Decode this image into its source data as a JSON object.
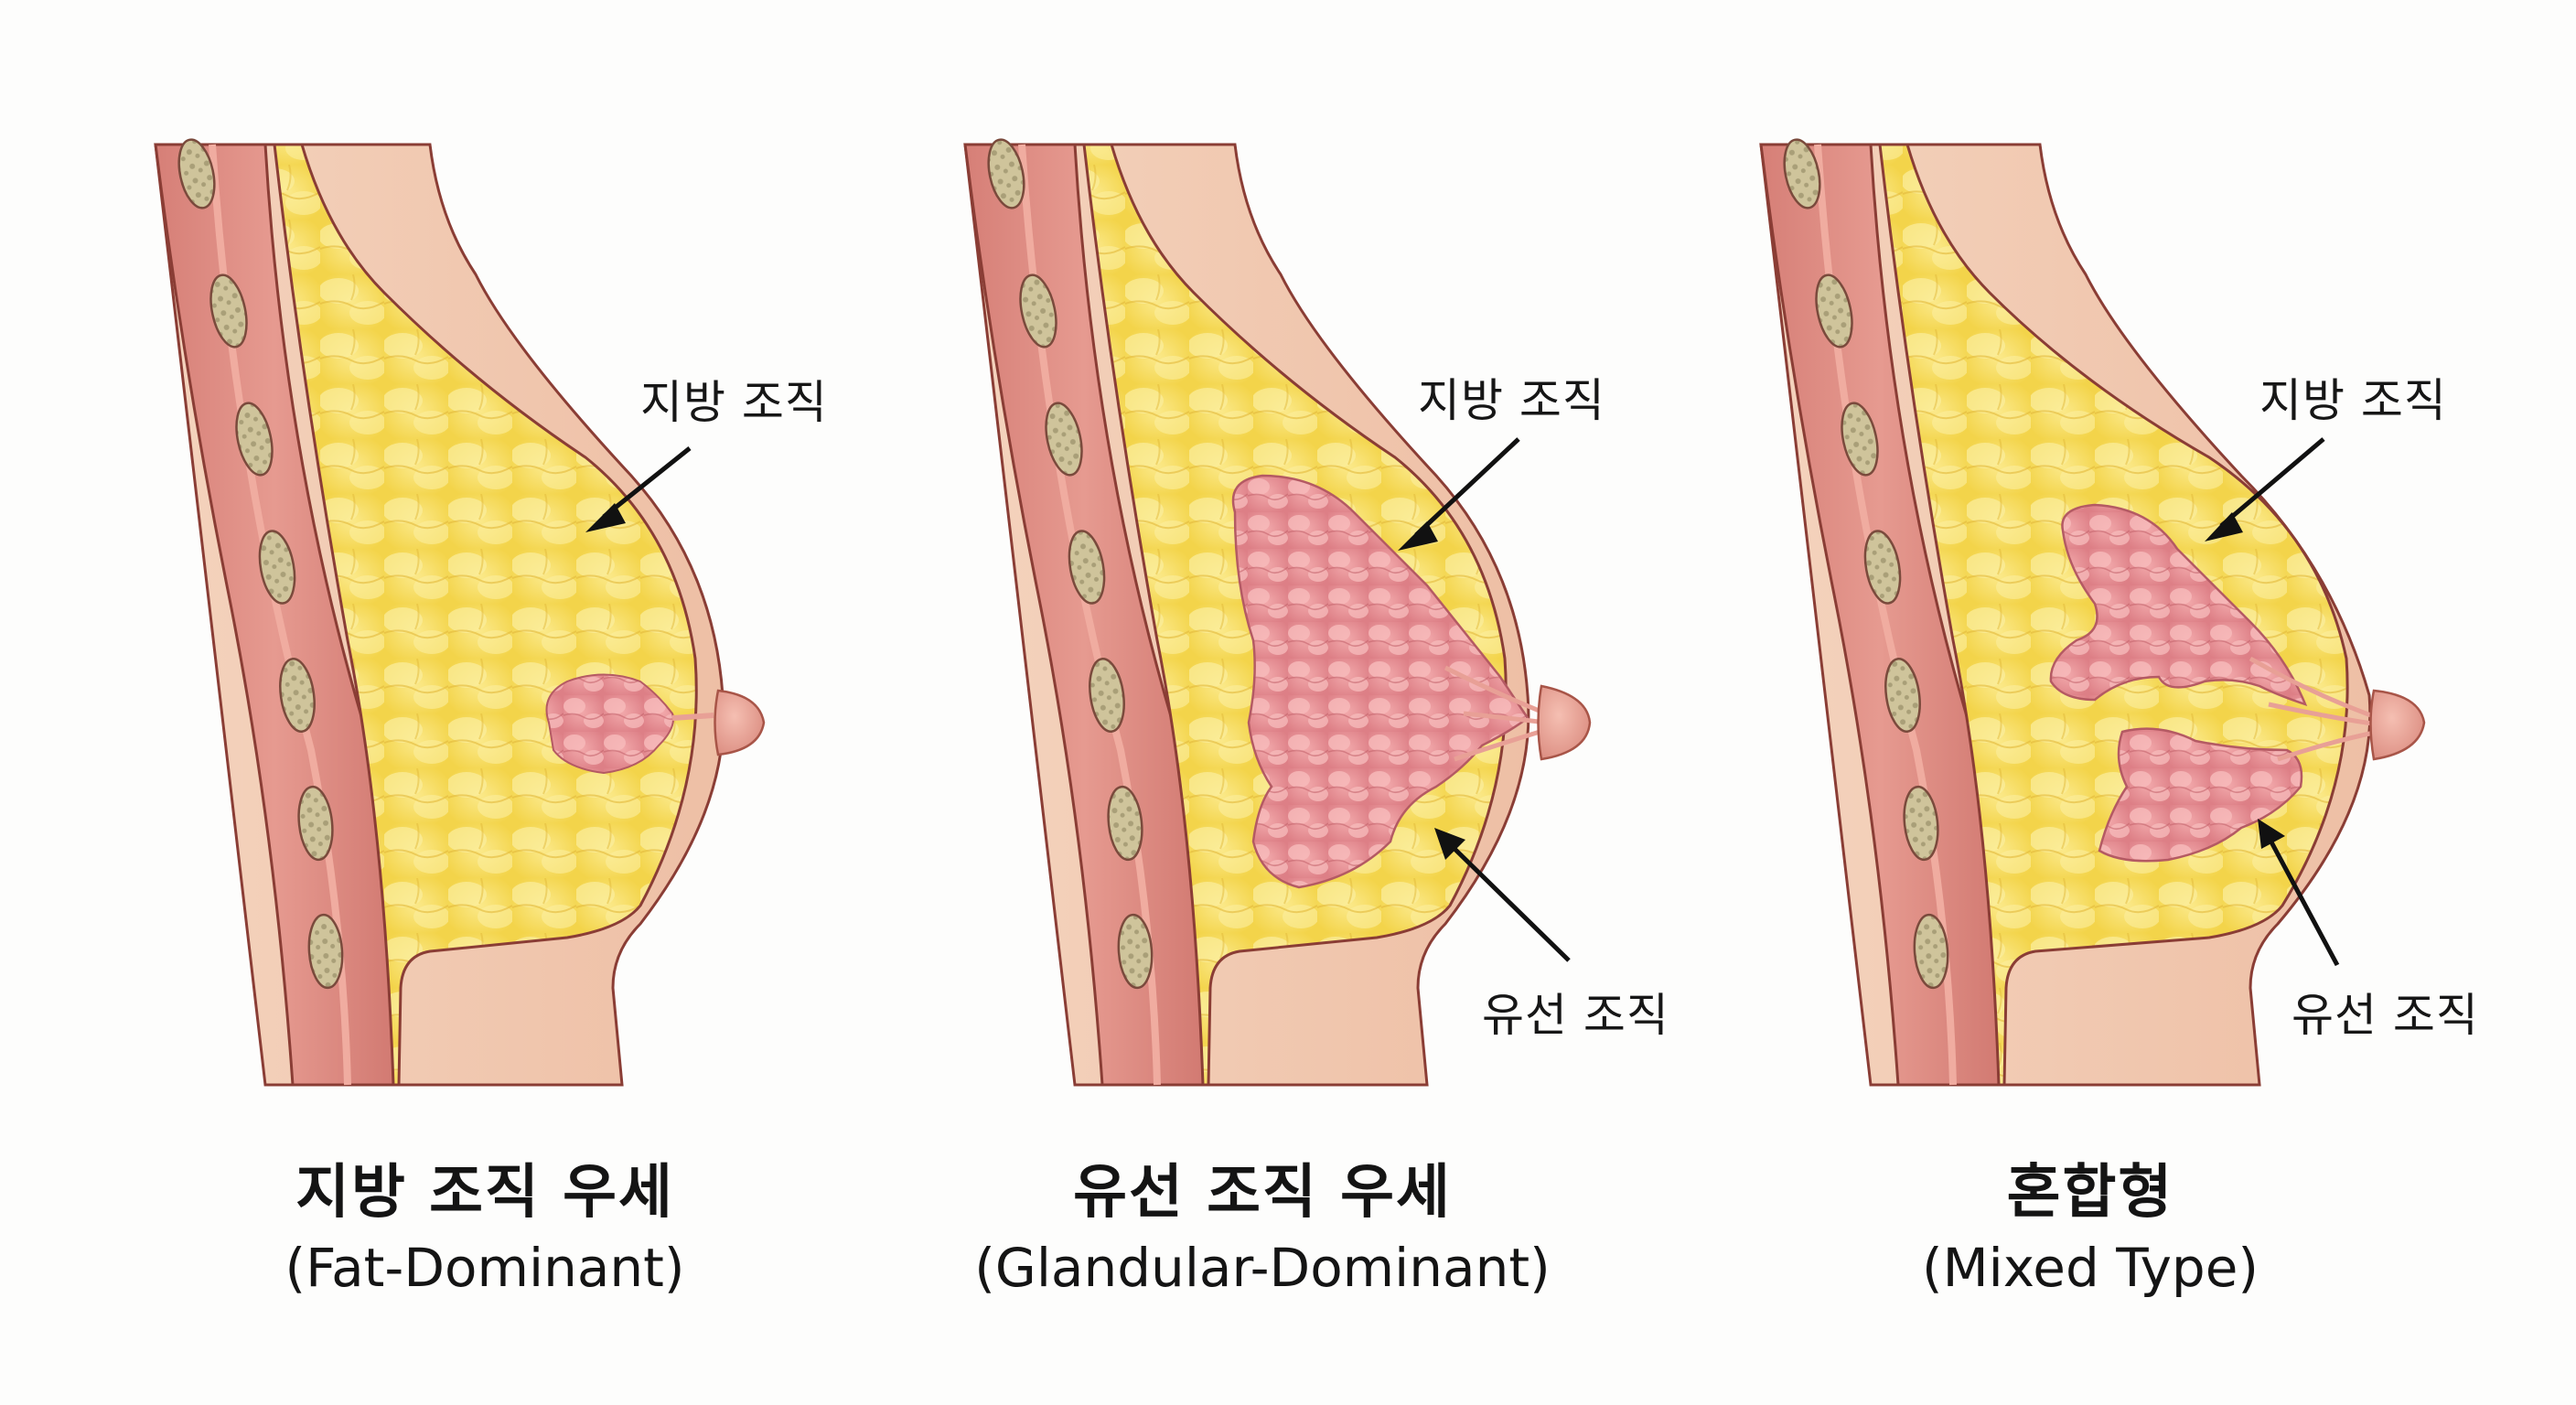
{
  "colors": {
    "background": "#fdfdfc",
    "skin": "#f1c8ae",
    "skin_outline": "#8a3d35",
    "muscle": "#d9837a",
    "muscle_light": "#eea89c",
    "rib": "#d6cfae",
    "rib_fill": "#b7ae86",
    "fat": "#f7dc5a",
    "fat_light": "#fbec93",
    "gland": "#e88c92",
    "gland_light": "#f6b6b6",
    "nipple": "#eba79a",
    "text": "#141414"
  },
  "panels": [
    {
      "id": "fat-dominant",
      "caption_kr": "지방 조직 우세",
      "caption_en": "(Fat-Dominant)",
      "annotations": [
        {
          "text": "지방 조직",
          "target": "fat"
        }
      ]
    },
    {
      "id": "glandular-dominant",
      "caption_kr": "유선 조직 우세",
      "caption_en": "(Glandular-Dominant)",
      "annotations": [
        {
          "text": "지방 조직",
          "target": "fat"
        },
        {
          "text": "유선 조직",
          "target": "gland"
        }
      ]
    },
    {
      "id": "mixed-type",
      "caption_kr": "혼합형",
      "caption_en": "(Mixed Type)",
      "annotations": [
        {
          "text": "지방 조직",
          "target": "fat"
        },
        {
          "text": "유선 조직",
          "target": "gland"
        }
      ]
    }
  ]
}
